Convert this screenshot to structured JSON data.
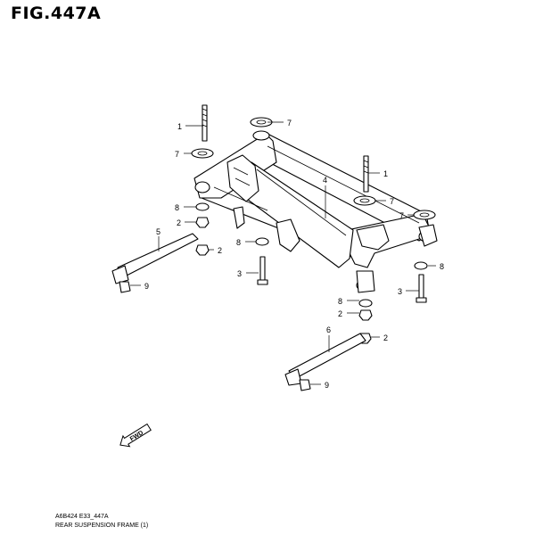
{
  "figure": {
    "title": "FIG.447A",
    "code": "A6B424 E33_447A",
    "caption": "REAR SUSPENSION FRAME (1)",
    "direction_label": "FWD"
  },
  "callouts": [
    {
      "id": "c1a",
      "label": "1"
    },
    {
      "id": "c7a",
      "label": "7"
    },
    {
      "id": "c7b",
      "label": "7"
    },
    {
      "id": "c1b",
      "label": "1"
    },
    {
      "id": "c4",
      "label": "4"
    },
    {
      "id": "c7c",
      "label": "7"
    },
    {
      "id": "c7d",
      "label": "7"
    },
    {
      "id": "c8a",
      "label": "8"
    },
    {
      "id": "c2a",
      "label": "2"
    },
    {
      "id": "c5",
      "label": "5"
    },
    {
      "id": "c2b",
      "label": "2"
    },
    {
      "id": "c8b",
      "label": "8"
    },
    {
      "id": "c3a",
      "label": "3"
    },
    {
      "id": "c9a",
      "label": "9"
    },
    {
      "id": "c8c",
      "label": "8"
    },
    {
      "id": "c3b",
      "label": "3"
    },
    {
      "id": "c8d",
      "label": "8"
    },
    {
      "id": "c2c",
      "label": "2"
    },
    {
      "id": "c6",
      "label": "6"
    },
    {
      "id": "c2d",
      "label": "2"
    },
    {
      "id": "c9b",
      "label": "9"
    }
  ]
}
